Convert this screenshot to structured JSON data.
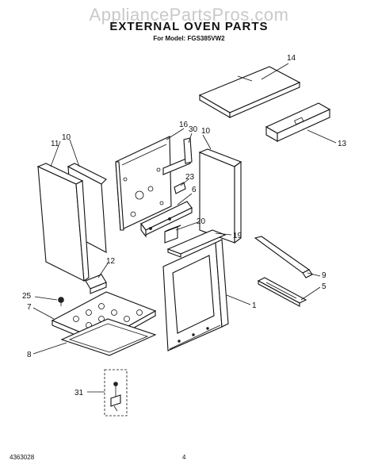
{
  "watermark": "AppliancePartsPros.com",
  "title": "EXTERNAL OVEN PARTS",
  "subtitle": "For Model: FGS385VW2",
  "footer": {
    "doc_number": "4363028",
    "page": "4"
  },
  "callouts": [
    {
      "id": "c14",
      "label": "14"
    },
    {
      "id": "c13",
      "label": "13"
    },
    {
      "id": "c16",
      "label": "16"
    },
    {
      "id": "c30",
      "label": "30"
    },
    {
      "id": "c10a",
      "label": "10"
    },
    {
      "id": "c10b",
      "label": "10"
    },
    {
      "id": "c11",
      "label": "11"
    },
    {
      "id": "c23",
      "label": "23"
    },
    {
      "id": "c6",
      "label": "6"
    },
    {
      "id": "c20",
      "label": "20"
    },
    {
      "id": "c19",
      "label": "19"
    },
    {
      "id": "c12",
      "label": "12"
    },
    {
      "id": "c9",
      "label": "9"
    },
    {
      "id": "c5",
      "label": "5"
    },
    {
      "id": "c25",
      "label": "25"
    },
    {
      "id": "c7",
      "label": "7"
    },
    {
      "id": "c1",
      "label": "1"
    },
    {
      "id": "c8",
      "label": "8"
    },
    {
      "id": "c31",
      "label": "31"
    }
  ]
}
